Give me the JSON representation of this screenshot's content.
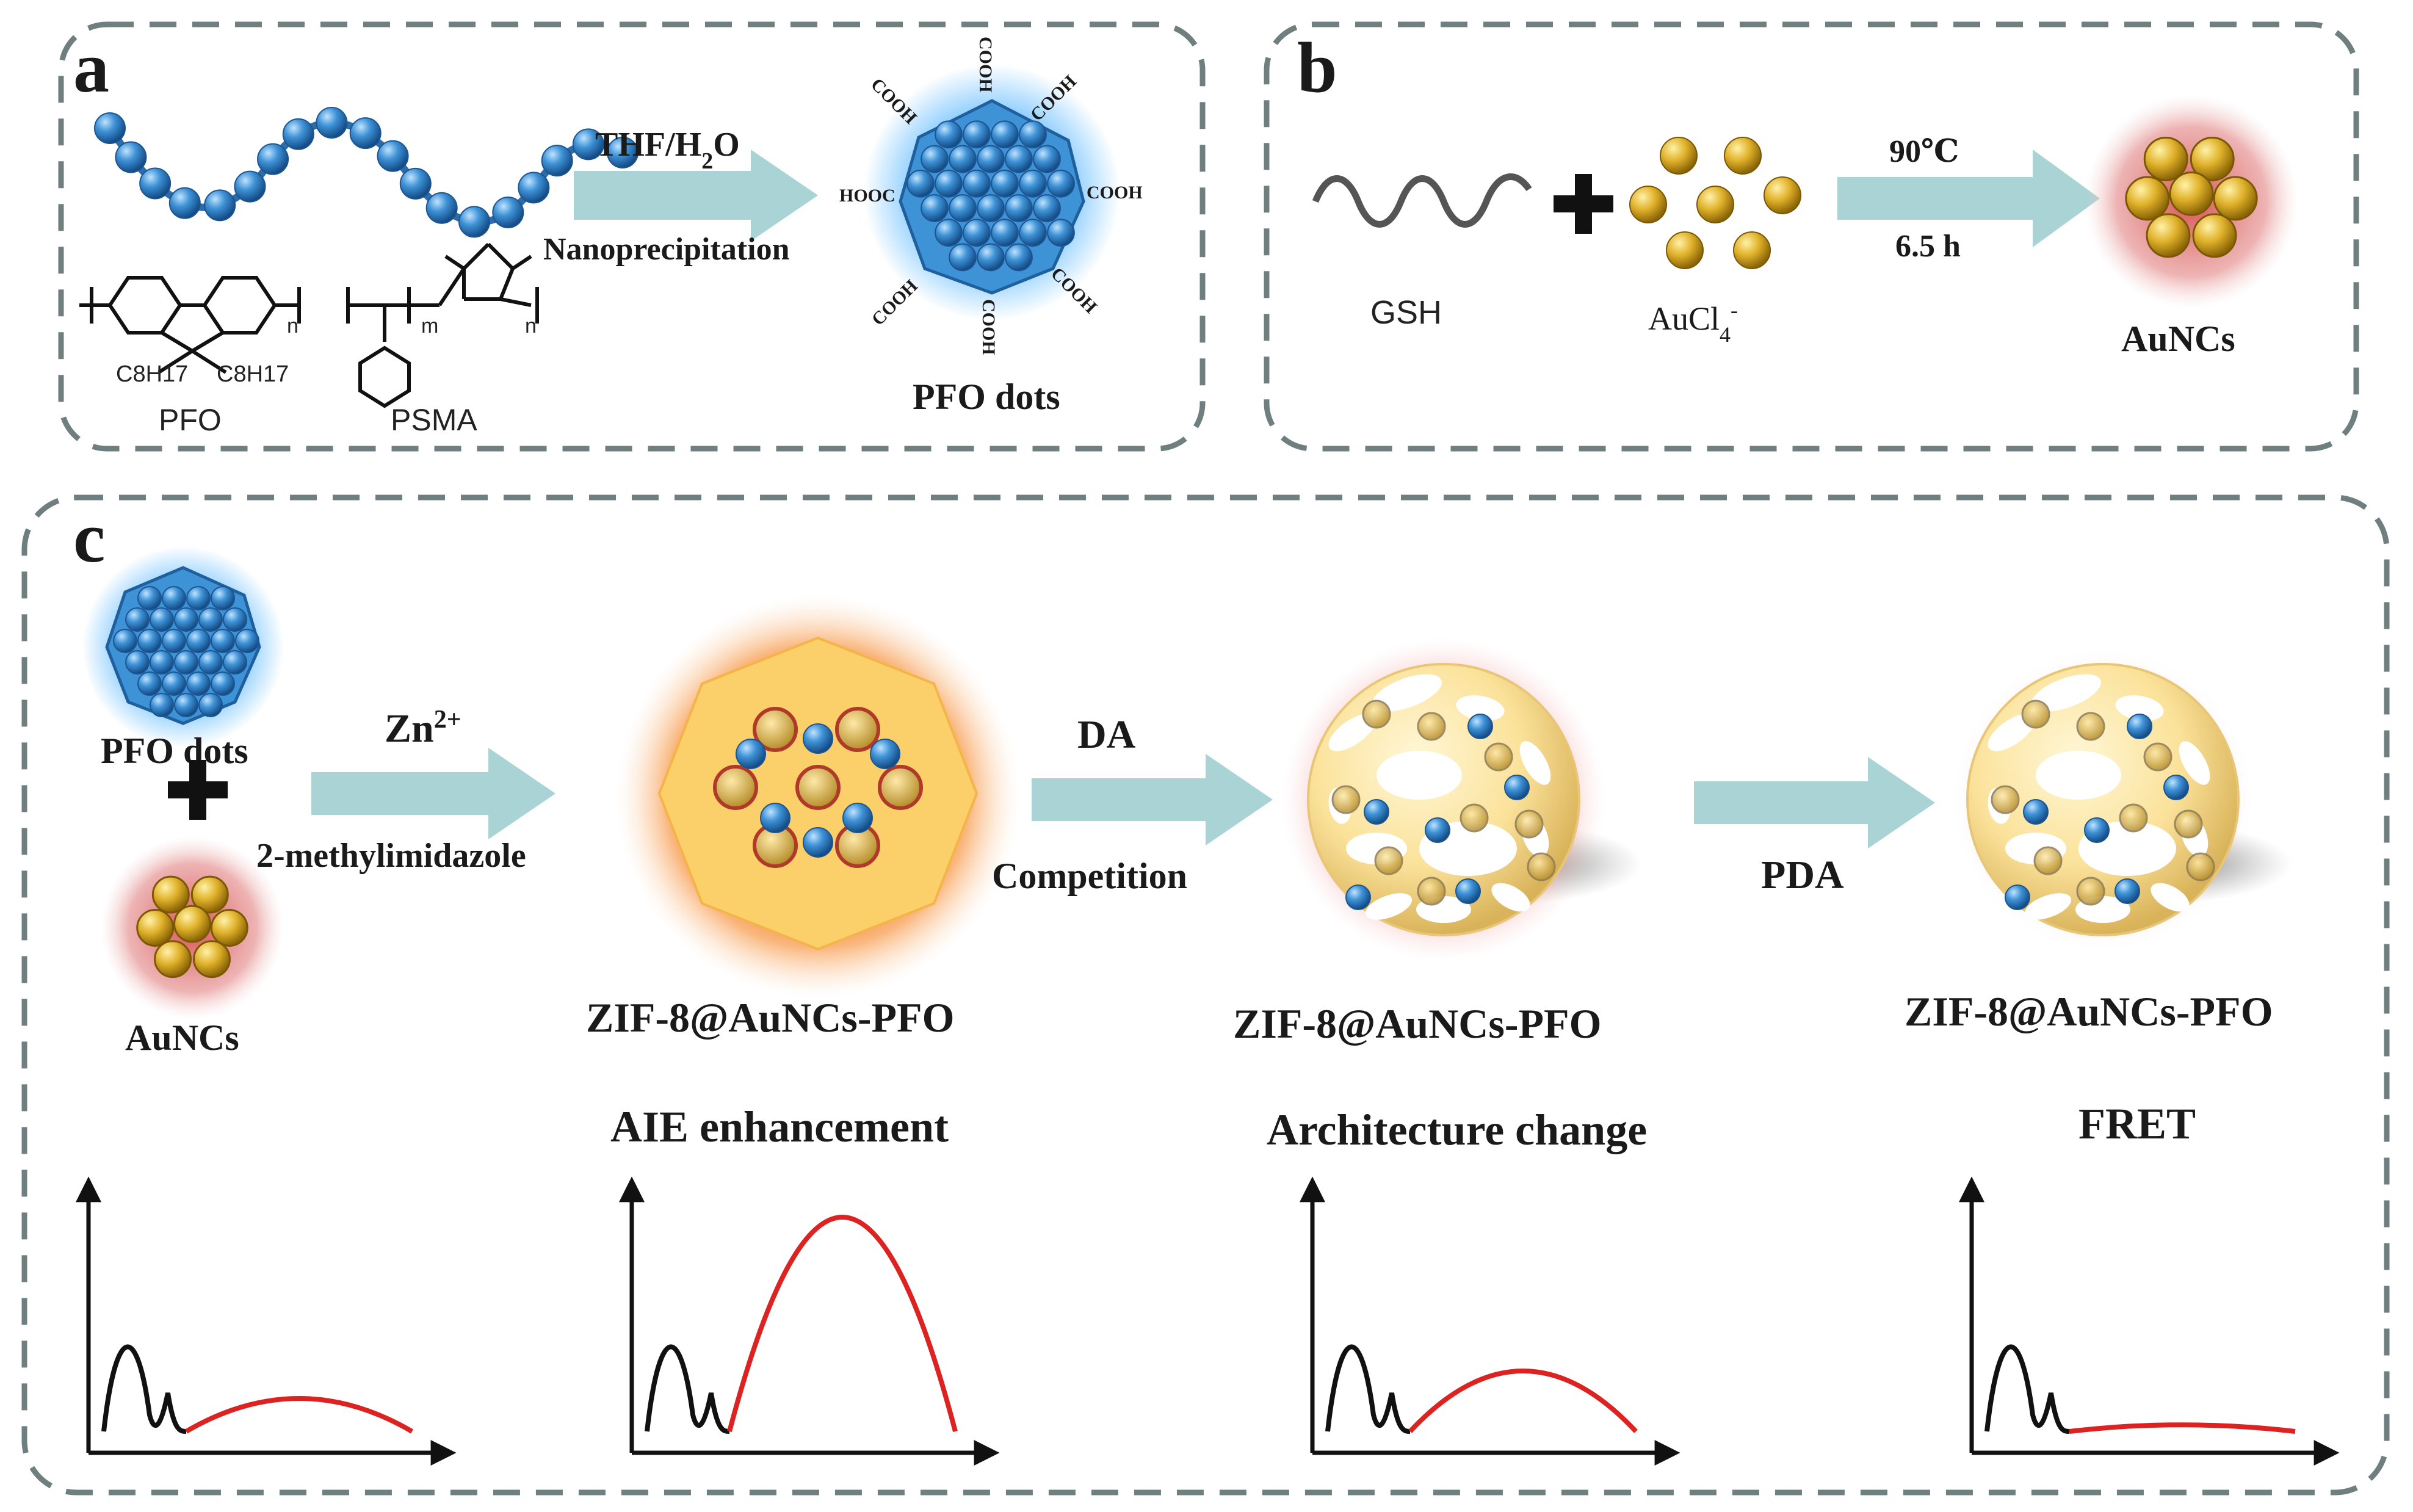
{
  "panels": {
    "a": {
      "letter": "a",
      "polymer1": "PFO",
      "polymer2": "PSMA",
      "pfo_sub_left": "C8H17",
      "pfo_sub_right": "C8H17",
      "pfo_index": "n",
      "psma_index_m": "m",
      "psma_index_n": "n",
      "arrow_top_main": "THF/H",
      "arrow_top_sub": "2",
      "arrow_top_end": "O",
      "arrow_bottom": "Nanoprecipitation",
      "product": "PFO dots",
      "surface_group": "COOH",
      "surface_group_left": "HOOC"
    },
    "b": {
      "letter": "b",
      "reagent1": "GSH",
      "reagent2_main": "AuCl",
      "reagent2_sub": "4",
      "reagent2_sup": "-",
      "arrow_top": "90℃",
      "arrow_bottom": "6.5 h",
      "product": "AuNCs"
    },
    "c": {
      "letter": "c",
      "start1": "PFO dots",
      "start2": "AuNCs",
      "arrow1_top_main": "Zn",
      "arrow1_top_sup": "2+",
      "arrow1_bottom": "2-methylimidazole",
      "arrow2_top": "DA",
      "arrow2_bottom": "Competition",
      "arrow3_top": "PDA",
      "product1": "ZIF-8@AuNCs-PFO",
      "product2": "ZIF-8@AuNCs-PFO",
      "product3": "ZIF-8@AuNCs-PFO",
      "stage2_caption": "AIE enhancement",
      "stage3_caption": "Architecture change",
      "stage4_caption": "FRET"
    }
  },
  "colors": {
    "frame": "#6f7f80",
    "arrow": "#a9d3d4",
    "pfo_blue": "#3e92d6",
    "gold": "#e0b12a",
    "red_curve": "#dd2222",
    "zif_orange": "#f47a1c"
  },
  "chart_data": [
    {
      "type": "line",
      "series": [
        {
          "values": [
            0,
            1.0,
            0.1,
            0.35,
            0,
            0.3,
            0
          ]
        }
      ]
    },
    {
      "type": "line",
      "series": [
        {
          "values": [
            0,
            1.0,
            0.1,
            0.35,
            0,
            1.95,
            0
          ]
        }
      ]
    },
    {
      "type": "line",
      "series": [
        {
          "values": [
            0,
            1.0,
            0.1,
            0.35,
            0,
            0.55,
            0
          ]
        }
      ]
    },
    {
      "type": "line",
      "series": [
        {
          "values": [
            0,
            1.0,
            0.1,
            0.35,
            0,
            0.06,
            0
          ]
        }
      ]
    }
  ]
}
